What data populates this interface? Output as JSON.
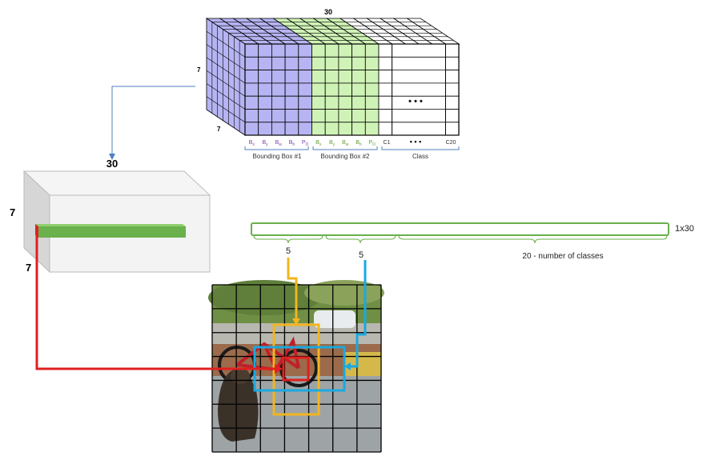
{
  "tensor": {
    "depth_label": "30",
    "height_label": "7",
    "width_label": "7",
    "cell_labels_box1": [
      "B",
      "B",
      "B",
      "B",
      "P"
    ],
    "cell_subs_box1": [
      "x",
      "y",
      "w",
      "h",
      "O"
    ],
    "cell_labels_box2": [
      "B",
      "B",
      "B",
      "B",
      "P"
    ],
    "cell_subs_box2": [
      "x",
      "y",
      "w",
      "h",
      "O"
    ],
    "class_first": "C1",
    "class_dots": "• • •",
    "class_last": "C20",
    "grid_dots": "• • •",
    "group_labels": [
      "Bounding Box #1",
      "Bounding Box #2",
      "Class"
    ]
  },
  "cuboid": {
    "depth_label": "30",
    "height_label": "7",
    "width_label": "7"
  },
  "vector": {
    "size_label": "1x30",
    "segment_labels": [
      "5",
      "5",
      "20 - number of classes"
    ]
  },
  "colors": {
    "bbox1": "#b6b4f2",
    "bbox2": "#cff3b6",
    "vector": "#6ab04c",
    "red": "#e02020",
    "yellow": "#f2b51e",
    "blue": "#1aa9e0",
    "connector": "#4f7fbf",
    "label_purple": "#7a3fa8",
    "label_green": "#5f9c2f"
  }
}
